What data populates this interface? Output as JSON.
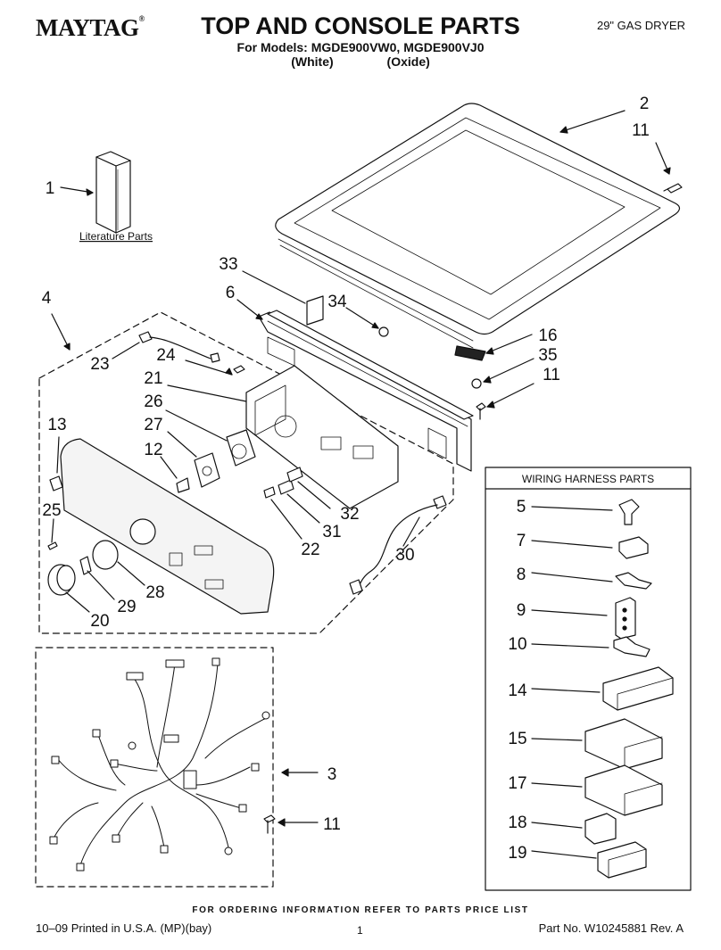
{
  "header": {
    "brand": "MAYTAG",
    "trademark": "®",
    "title": "TOP AND CONSOLE PARTS",
    "models_line": "For Models: MGDE900VW0, MGDE900VJ0",
    "variant_white": "(White)",
    "variant_oxide": "(Oxide)",
    "product": "29\" GAS DRYER"
  },
  "literature_label": "Literature Parts",
  "wiring_harness_title": "WIRING HARNESS PARTS",
  "callouts": [
    "1",
    "2",
    "11",
    "33",
    "6",
    "34",
    "16",
    "35",
    "11",
    "4",
    "24",
    "21",
    "26",
    "27",
    "12",
    "13",
    "23",
    "25",
    "32",
    "31",
    "22",
    "30",
    "20",
    "29",
    "28",
    "3",
    "11",
    "5",
    "7",
    "8",
    "9",
    "10",
    "14",
    "15",
    "17",
    "18",
    "19"
  ],
  "footer": {
    "order_note": "FOR ORDERING INFORMATION REFER TO PARTS PRICE LIST",
    "printed": "10–09 Printed in U.S.A. (MP)(bay)",
    "page": "1",
    "part_no": "Part No. W10245881 Rev. A"
  },
  "colors": {
    "ink": "#111111",
    "background": "#ffffff",
    "panel_fill": "#f4f4f4"
  }
}
